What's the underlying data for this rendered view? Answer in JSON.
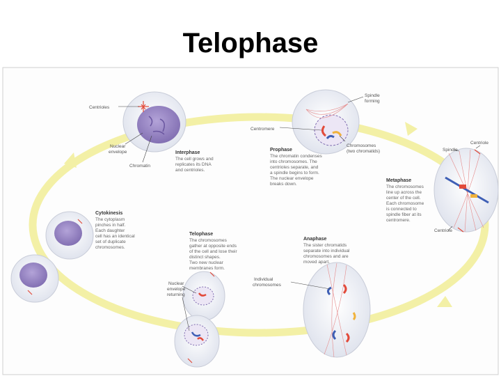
{
  "title": "Telophase",
  "callouts": {
    "centrioles": "Centrioles",
    "spindle_forming": [
      "Spindle",
      "forming"
    ],
    "centromere": "Centromere",
    "chromosomes_two_chromatids": [
      "Chromosomes",
      "(two chromatids)"
    ],
    "centriole_right": "Centriole",
    "spindle": "Spindle",
    "nuclear_envelope": [
      "Nuclear",
      "envelope"
    ],
    "chromatin": "Chromatin",
    "centriole_bottom": "Centriole",
    "individual_chromosomes": [
      "Individual",
      "chromosomes"
    ],
    "nuclear_envelope_returning": [
      "Nuclear",
      "envelope",
      "returning"
    ]
  },
  "phases": {
    "interphase": {
      "name": "Interphase",
      "lines": [
        "The cell grows and",
        "replicates its DNA",
        "and centrioles."
      ]
    },
    "prophase": {
      "name": "Prophase",
      "lines": [
        "The chromatin condenses",
        "into chromosomes. The",
        "centrioles separate, and",
        "a spindle begins to form.",
        "The nuclear envelope",
        "breaks down."
      ]
    },
    "metaphase": {
      "name": "Metaphase",
      "lines": [
        "The chromosomes",
        "line up across the",
        "center of the cell.",
        "Each chromosome",
        "is connected to",
        "spindle fiber at its",
        "centromere."
      ]
    },
    "anaphase": {
      "name": "Anaphase",
      "lines": [
        "The sister chromatids",
        "separate into individual",
        "chromosomes and are",
        "moved apart."
      ]
    },
    "telophase": {
      "name": "Telophase",
      "lines": [
        "The chromosomes",
        "gather at opposite ends",
        "of the cell and lose their",
        "distinct shapes.",
        "Two new nuclear",
        "membranes form."
      ]
    },
    "cytokinesis": {
      "name": "Cytokinesis",
      "lines": [
        "The cytoplasm",
        "pinches in half.",
        "Each daughter",
        "cell has an identical",
        "set of duplicate",
        "chromosomes."
      ]
    }
  },
  "colors": {
    "cycle_arrow": "#f3f0a6",
    "cell_fill": "#eef0f6",
    "nucleus": "#9a86c4",
    "chromosome_red": "#e24a3a",
    "chromosome_blue": "#3f5fb5",
    "spindle": "#e58a8a"
  }
}
